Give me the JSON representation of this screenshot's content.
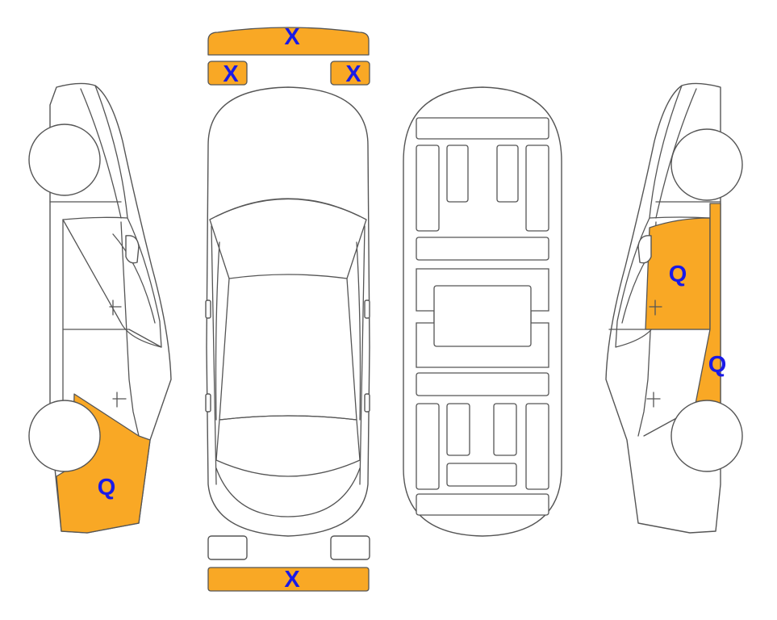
{
  "colors": {
    "damage_fill": "#f9a825",
    "marker_text": "#1a1ae6"
  },
  "marks": {
    "front_bumper": "X",
    "front_left_light": "X",
    "front_right_light": "X",
    "rear_bumper": "X",
    "left_rear_fender": "Q",
    "right_front_door": "Q",
    "right_b_pillar": "Q"
  }
}
